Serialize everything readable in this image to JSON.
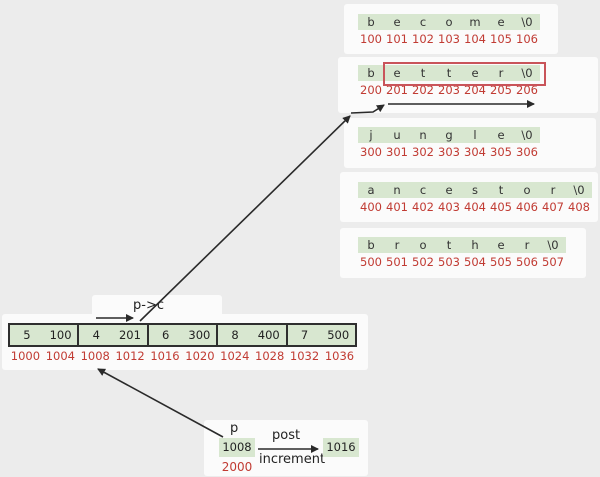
{
  "strings": [
    {
      "name": "become",
      "chars": [
        "b",
        "e",
        "c",
        "o",
        "m",
        "e",
        "\\0"
      ],
      "addresses": [
        "100",
        "101",
        "102",
        "103",
        "104",
        "105",
        "106"
      ],
      "highlight": null
    },
    {
      "name": "better",
      "chars": [
        "b",
        "e",
        "t",
        "t",
        "e",
        "r",
        "\\0"
      ],
      "addresses": [
        "200",
        "201",
        "202",
        "203",
        "204",
        "205",
        "206"
      ],
      "highlight": {
        "start": 1,
        "end": 6
      }
    },
    {
      "name": "jungle",
      "chars": [
        "j",
        "u",
        "n",
        "g",
        "l",
        "e",
        "\\0"
      ],
      "addresses": [
        "300",
        "301",
        "302",
        "303",
        "304",
        "305",
        "306"
      ],
      "highlight": null
    },
    {
      "name": "ancestor",
      "chars": [
        "a",
        "n",
        "c",
        "e",
        "s",
        "t",
        "o",
        "r",
        "\\0"
      ],
      "addresses": [
        "400",
        "401",
        "402",
        "403",
        "404",
        "405",
        "406",
        "407",
        "408"
      ],
      "highlight": null
    },
    {
      "name": "brother",
      "chars": [
        "b",
        "r",
        "o",
        "t",
        "h",
        "e",
        "r",
        "\\0"
      ],
      "addresses": [
        "500",
        "501",
        "502",
        "503",
        "504",
        "505",
        "506",
        "507"
      ],
      "highlight": null
    }
  ],
  "pointer_array": {
    "pairs": [
      [
        "5",
        "100"
      ],
      [
        "4",
        "201"
      ],
      [
        "6",
        "300"
      ],
      [
        "8",
        "400"
      ],
      [
        "7",
        "500"
      ]
    ],
    "addresses": [
      "1000",
      "1004",
      "1008",
      "1012",
      "1016",
      "1020",
      "1024",
      "1028",
      "1032",
      "1036"
    ]
  },
  "labels": {
    "p_to_c": "p->c",
    "p": "p",
    "post": "post",
    "increment": "increment"
  },
  "pointer": {
    "p_box_value": "1008",
    "p_box_address": "2000",
    "result_box_value": "1016"
  },
  "colors": {
    "cell_green": "#d8e7d0",
    "address_red": "#c13b33",
    "highlight_red": "#c9545a",
    "arrow": "#2a2a2a",
    "background": "#ececec"
  }
}
